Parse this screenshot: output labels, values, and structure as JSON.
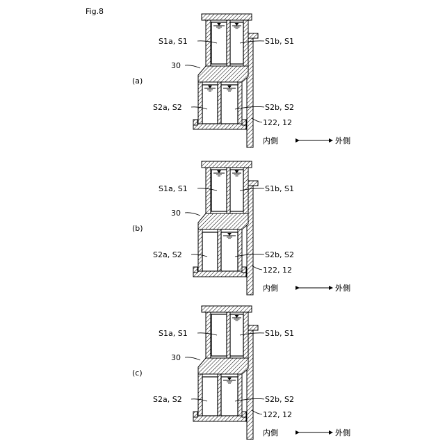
{
  "figure": {
    "title": "Fig.8"
  },
  "panels": [
    {
      "id": "a",
      "label": "(a)",
      "upper_left_label": "S1a, S1",
      "upper_right_label": "S1b, S1",
      "partition_label": "30",
      "lower_left_label": "S2a, S2",
      "lower_right_label": "S2b, S2",
      "wall_label": "122, 12",
      "inner_label": "内側",
      "outer_label": "外側",
      "liquid": {
        "upper_left": true,
        "upper_right": true,
        "lower_left": true,
        "lower_right": true
      }
    },
    {
      "id": "b",
      "label": "(b)",
      "upper_left_label": "S1a, S1",
      "upper_right_label": "S1b, S1",
      "partition_label": "30",
      "lower_left_label": "S2a, S2",
      "lower_right_label": "S2b, S2",
      "wall_label": "122, 12",
      "inner_label": "内側",
      "outer_label": "外側",
      "liquid": {
        "upper_left": true,
        "upper_right": true,
        "lower_left": false,
        "lower_right": true
      }
    },
    {
      "id": "c",
      "label": "(c)",
      "upper_left_label": "S1a, S1",
      "upper_right_label": "S1b, S1",
      "partition_label": "30",
      "lower_left_label": "S2a, S2",
      "lower_right_label": "S2b, S2",
      "wall_label": "122, 12",
      "inner_label": "内側",
      "outer_label": "外側",
      "liquid": {
        "upper_left": false,
        "upper_right": true,
        "lower_left": false,
        "lower_right": true
      }
    }
  ]
}
